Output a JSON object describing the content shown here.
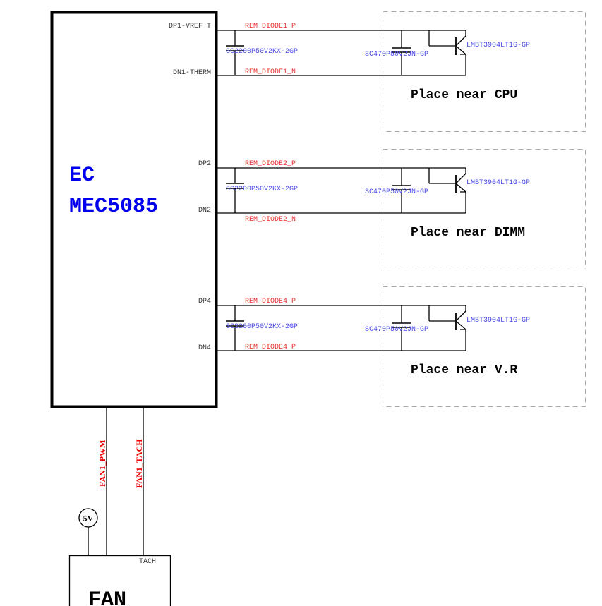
{
  "chip": {
    "line1": "EC",
    "line2": "MEC5085",
    "text_color": "#0000ee"
  },
  "channels": [
    {
      "pin_p": "DP1-VREF_T",
      "pin_n": "DN1-THERM",
      "net_p": "REM_DIODE1_P",
      "net_n": "REM_DIODE1_N",
      "filter_cap": "SC2200P50V2KX-2GP",
      "sense_cap": "SC470P50V2JN-GP",
      "transistor": "LMBT3904LT1G-GP",
      "placement_note": "Place near CPU"
    },
    {
      "pin_p": "DP2",
      "pin_n": "DN2",
      "net_p": "REM_DIODE2_P",
      "net_n": "REM_DIODE2_N",
      "filter_cap": "SC2200P50V2KX-2GP",
      "sense_cap": "SC470P50V2JN-GP",
      "transistor": "LMBT3904LT1G-GP",
      "placement_note": "Place near DIMM"
    },
    {
      "pin_p": "DP4",
      "pin_n": "DN4",
      "net_p": "REM_DIODE4_P",
      "net_n": "REM_DIODE4_P",
      "filter_cap": "SC2200P50V2KX-2GP",
      "sense_cap": "SC470P50V2JN-GP",
      "transistor": "LMBT3904LT1G-GP",
      "placement_note": "Place near V.R"
    }
  ],
  "fan": {
    "pwm_net": "FAN1_PWM",
    "tach_net": "FAN1_TACH",
    "power_label": "5V",
    "tach_pin": "TACH",
    "title": "FAN"
  },
  "colors": {
    "net_label": "#e8322f",
    "part_label": "#4a4ae8",
    "fan_net": "#ee0000",
    "placement_box": "#aaaaaa"
  }
}
